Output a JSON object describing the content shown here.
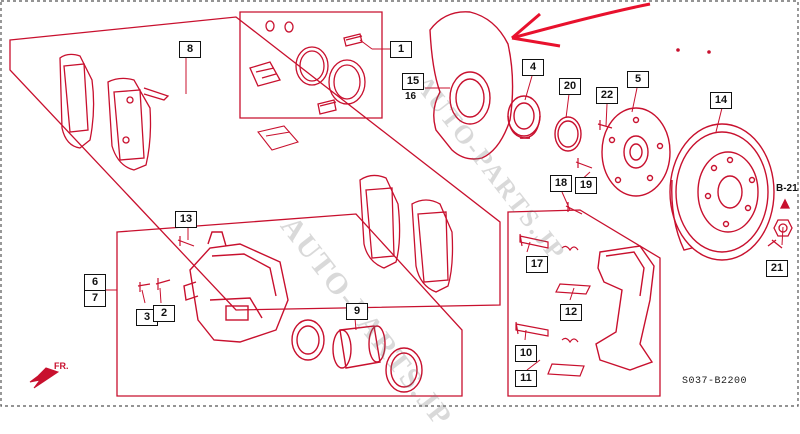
{
  "diagram": {
    "code": "S037-B2200",
    "direction_label": "FR.",
    "callout_b21": "B-21",
    "watermark": "AUTO-PARTS.JP",
    "colors": {
      "line": "#c8102e",
      "label_border": "#111111",
      "arrow": "#e8112d"
    },
    "labels": {
      "l1": "1",
      "l2": "2",
      "l3": "3",
      "l4": "4",
      "l5": "5",
      "l6": "6",
      "l7": "7",
      "l8": "8",
      "l9": "9",
      "l10": "10",
      "l11": "11",
      "l12": "12",
      "l13": "13",
      "l14": "14",
      "l15": "15",
      "l16": "16",
      "l17": "17",
      "l18": "18",
      "l19": "19",
      "l20": "20",
      "l21": "21",
      "l22": "22"
    }
  }
}
